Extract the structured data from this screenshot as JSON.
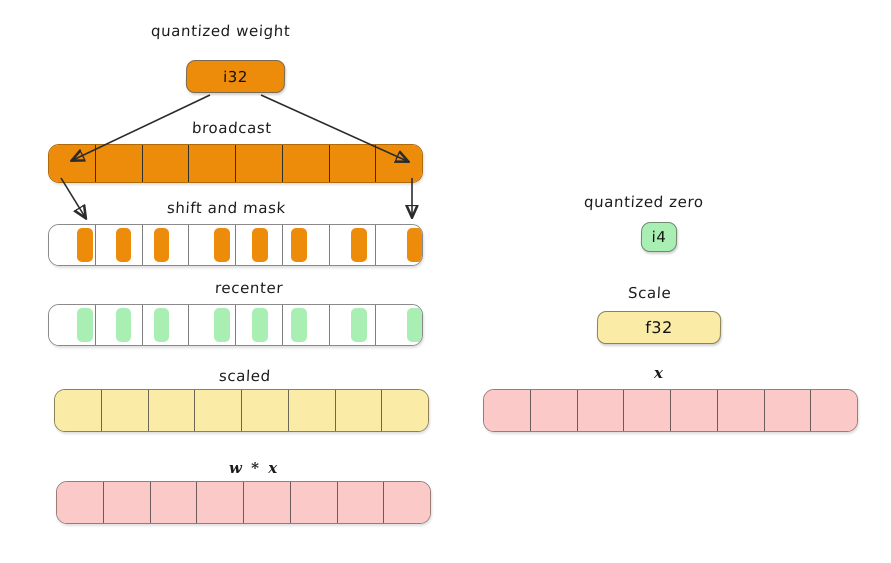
{
  "diagram": {
    "title_labels": {
      "quantized_weight": "quantized weight",
      "broadcast": "broadcast",
      "shift_and_mask": "shift and mask",
      "recenter": "recenter",
      "scaled": "scaled",
      "w_times_x": "w * x",
      "quantized_zero": "quantized zero",
      "scale": "Scale",
      "x": "x"
    },
    "chips": [
      {
        "name": "quantized-weight-chip",
        "text": "i32",
        "color": "#ED8B0B",
        "border": "#7c6a4e"
      },
      {
        "name": "quantized-zero-chip",
        "text": "i4",
        "color": "#A9EFB4",
        "border": "#6f8a6f"
      },
      {
        "name": "scale-chip",
        "text": "f32",
        "color": "#FAEBA6",
        "border": "#8d8257"
      }
    ],
    "bars": [
      {
        "name": "broadcast-bar",
        "cells": 8,
        "fill": "#ED8B0B",
        "style": "solid"
      },
      {
        "name": "shift-and-mask-bar",
        "cells": 8,
        "fill": "#ffffff",
        "block": "#ED8B0B",
        "style": "masked",
        "block_offsets_pct": [
          62,
          44,
          25,
          55,
          36,
          18,
          48,
          68
        ]
      },
      {
        "name": "recenter-bar",
        "cells": 8,
        "fill": "#ffffff",
        "block": "#A9EFB4",
        "style": "masked",
        "block_offsets_pct": [
          62,
          44,
          25,
          55,
          36,
          18,
          48,
          68
        ]
      },
      {
        "name": "scaled-bar",
        "cells": 8,
        "fill": "#FAEBA6",
        "style": "solid"
      },
      {
        "name": "w-times-x-bar",
        "cells": 8,
        "fill": "#FBCAC8",
        "style": "solid"
      },
      {
        "name": "x-input-bar",
        "cells": 8,
        "fill": "#FBCAC8",
        "style": "solid"
      }
    ],
    "colors": {
      "orange": "#ED8B0B",
      "green": "#A9EFB4",
      "yellow": "#FAEBA6",
      "pink": "#FBCAC8",
      "stroke": "#2b2b2b",
      "background": "#ffffff"
    }
  }
}
